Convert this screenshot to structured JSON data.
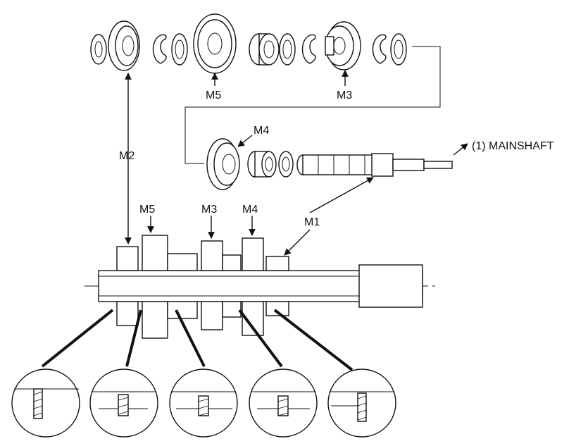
{
  "labels": {
    "mainshaft": "(1) MAINSHAFT",
    "m1": "M1",
    "m2": "M2",
    "m3_top": "M3",
    "m3_shaft": "M3",
    "m4_top": "M4",
    "m4_shaft": "M4",
    "m5_top": "M5",
    "m5_shaft": "M5"
  },
  "detail_views": 5
}
